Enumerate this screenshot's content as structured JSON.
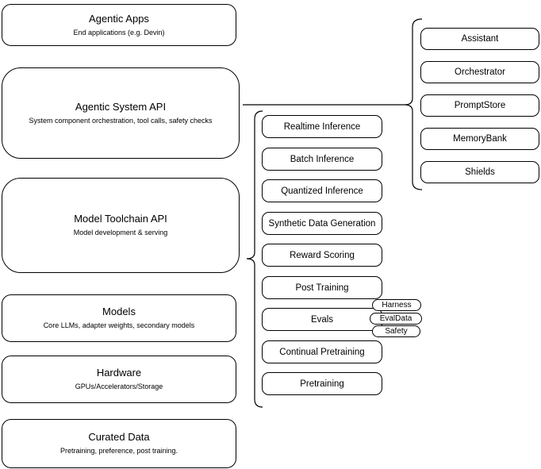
{
  "layers": [
    {
      "title": "Agentic Apps",
      "subtitle": "End applications (e.g. Devin)"
    },
    {
      "title": "Agentic System API",
      "subtitle": "System component orchestration, tool calls, safety checks"
    },
    {
      "title": "Model Toolchain API",
      "subtitle": "Model development & serving"
    },
    {
      "title": "Models",
      "subtitle": "Core LLMs, adapter weights, secondary models"
    },
    {
      "title": "Hardware",
      "subtitle": "GPUs/Accelerators/Storage"
    },
    {
      "title": "Curated Data",
      "subtitle": "Pretraining, preference, post training."
    }
  ],
  "toolchain_components": [
    "Realtime Inference",
    "Batch Inference",
    "Quantized Inference",
    "Synthetic Data Generation",
    "Reward Scoring",
    "Post Training",
    "Evals",
    "Continual Pretraining",
    "Pretraining"
  ],
  "eval_tags": [
    "Harness",
    "EvalData",
    "Safety"
  ],
  "system_components": [
    "Assistant",
    "Orchestrator",
    "PromptStore",
    "MemoryBank",
    "Shields"
  ],
  "colors": {
    "stroke": "#000000",
    "background": "#ffffff",
    "text": "#000000"
  }
}
